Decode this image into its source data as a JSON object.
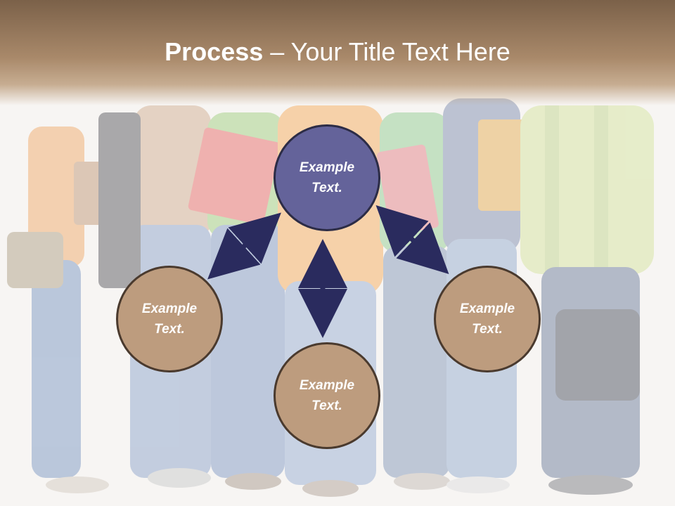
{
  "slide": {
    "title_bold": "Process",
    "title_rest": " – Your Title Text Here",
    "nodes": [
      {
        "label": "Example Text.",
        "color": "#64639a"
      },
      {
        "label": "Example Text.",
        "color": "#bd9c7e"
      },
      {
        "label": "Example Text.",
        "color": "#bd9c7e"
      },
      {
        "label": "Example Text.",
        "color": "#bd9c7e"
      }
    ],
    "arrow_color": "#2a2b5e",
    "band_color": "#8e7157"
  }
}
